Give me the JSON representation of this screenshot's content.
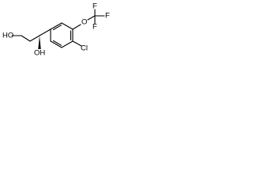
{
  "molecule": {
    "atoms": {
      "ho_left": "HO",
      "oh_chiral": "OH",
      "cl": "Cl",
      "o_ether": "O",
      "f_top": "F",
      "f_right": "F",
      "f_bottom": "F"
    }
  }
}
